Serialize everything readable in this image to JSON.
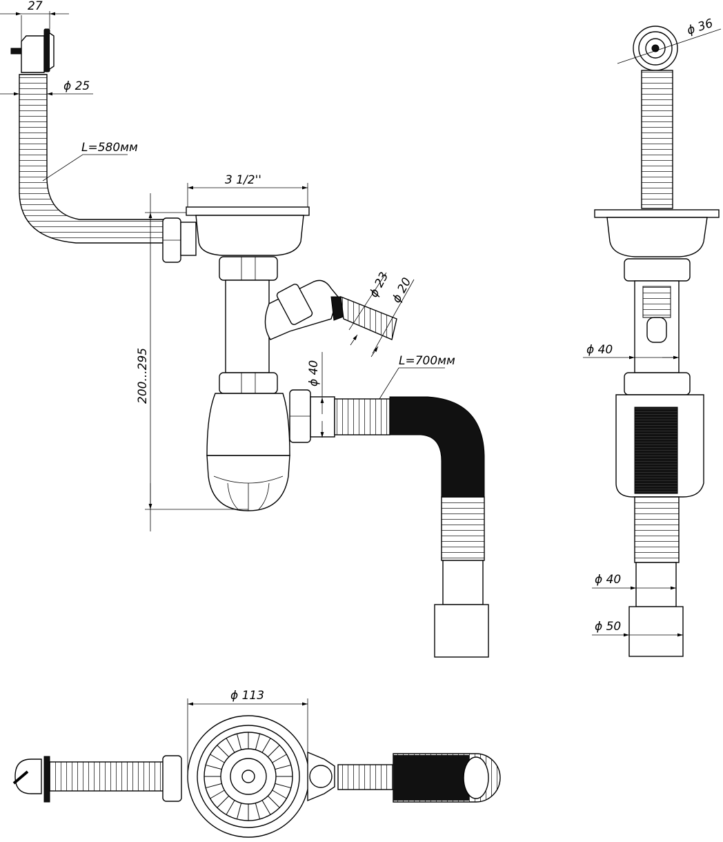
{
  "drawing": {
    "side_view": {
      "overflow_offset": "27",
      "overflow_hose_diameter": "ϕ 25",
      "overflow_hose_length": "L=580мм",
      "strainer_size": "3 1/2''",
      "height_range": "200...295",
      "branch_outer_diameter": "ϕ 23",
      "branch_inner_diameter": "ϕ 20",
      "outlet_diameter": "ϕ 40",
      "outlet_hose_length": "L=700мм"
    },
    "front_view": {
      "overflow_diameter": "ϕ 36",
      "pipe_diameter": "ϕ 40",
      "outlet_inner_diameter": "ϕ 40",
      "outlet_outer_diameter": "ϕ 50"
    },
    "top_view": {
      "strainer_diameter": "ϕ 113"
    }
  }
}
